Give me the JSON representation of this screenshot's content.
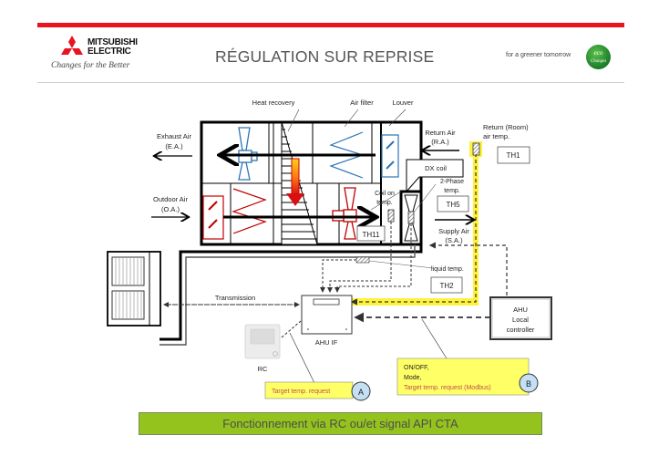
{
  "header": {
    "brand_line1": "MITSUBISHI",
    "brand_line2": "ELECTRIC",
    "tagline": "Changes for the Better",
    "title": "RÉGULATION SUR REPRISE",
    "slogan": "for a greener tomorrow",
    "eco_badge_line1": "eco",
    "eco_badge_line2": "Changes",
    "brand_color": "#e8141f"
  },
  "diagram": {
    "labels": {
      "heat_recovery": "Heat recovery",
      "air_filter": "Air filter",
      "louver": "Louver",
      "exhaust_air": "Exhaust Air",
      "exhaust_air_abbr": "(E.A.)",
      "outdoor_air": "Outdoor Air",
      "outdoor_air_abbr": "(O.A.)",
      "return_air": "Return Air",
      "return_air_abbr": "(R.A.)",
      "return_room_temp_1": "Return (Room)",
      "return_room_temp_2": "air temp.",
      "dx_coil": "DX coil",
      "two_phase_1": "2-Phase",
      "two_phase_2": "temp.",
      "coil_on_1": "Coil on",
      "coil_on_2": "temp.",
      "supply_air": "Supply Air",
      "supply_air_abbr": "(S.A.)",
      "liquid_temp": "liquid temp.",
      "transmission": "Transmission",
      "ahu_if": "AHU IF",
      "rc": "RC",
      "ahu_local_1": "AHU",
      "ahu_local_2": "Local",
      "ahu_local_3": "controller"
    },
    "sensors": {
      "th1": "TH1",
      "th5": "TH5",
      "th11": "TH11",
      "th2": "TH2"
    },
    "callouts": {
      "a_text": "Target temp. request",
      "a_badge": "A",
      "b_line1": "ON/OFF,",
      "b_line2": "Mode,",
      "b_line3": "Target temp. request (Modbus)",
      "b_badge": "B"
    },
    "colors": {
      "highlight_yellow": "#fff23a",
      "callout_fill": "#ffff66",
      "badge_fill": "#c5e0f4",
      "exhaust_blue": "#2e75b6",
      "supply_red": "#c00000"
    }
  },
  "footer": {
    "caption": "Fonctionnement via RC ou/et signal API CTA"
  }
}
